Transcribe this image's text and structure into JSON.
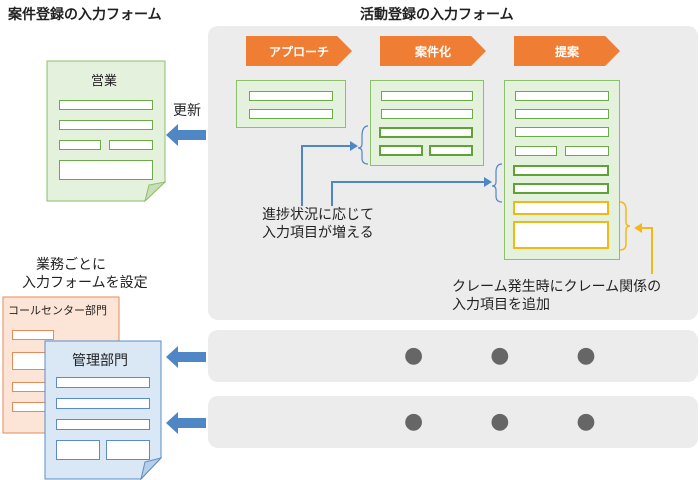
{
  "headings": {
    "case_form": "案件登録の入力フォーム",
    "activity_form": "活動登録の入力フォーム"
  },
  "stages": [
    "アプローチ",
    "案件化",
    "提案"
  ],
  "docs": {
    "sales": "営業",
    "call_center": "コールセンター部門",
    "management": "管理部門"
  },
  "labels": {
    "update": "更新",
    "dept_setting_line1": "業務ごとに",
    "dept_setting_line2": "入力フォームを設定",
    "progress_line1": "進捗状況に応じて",
    "progress_line2": "入力項目が増える",
    "claim_line1": "クレーム発生時にクレーム関係の",
    "claim_line2": "入力項目を追加"
  },
  "ellipsis": "● ● ●",
  "colors": {
    "stage": "#ef7d33",
    "form_green": "#e4f1dc",
    "field_green": "#5fa236",
    "field_yellow": "#f2b916",
    "arrow_blue": "#4f86c6",
    "doc_blue": "#dae7f5",
    "doc_orange": "#fce4d6",
    "panel_gray": "#ececec"
  }
}
